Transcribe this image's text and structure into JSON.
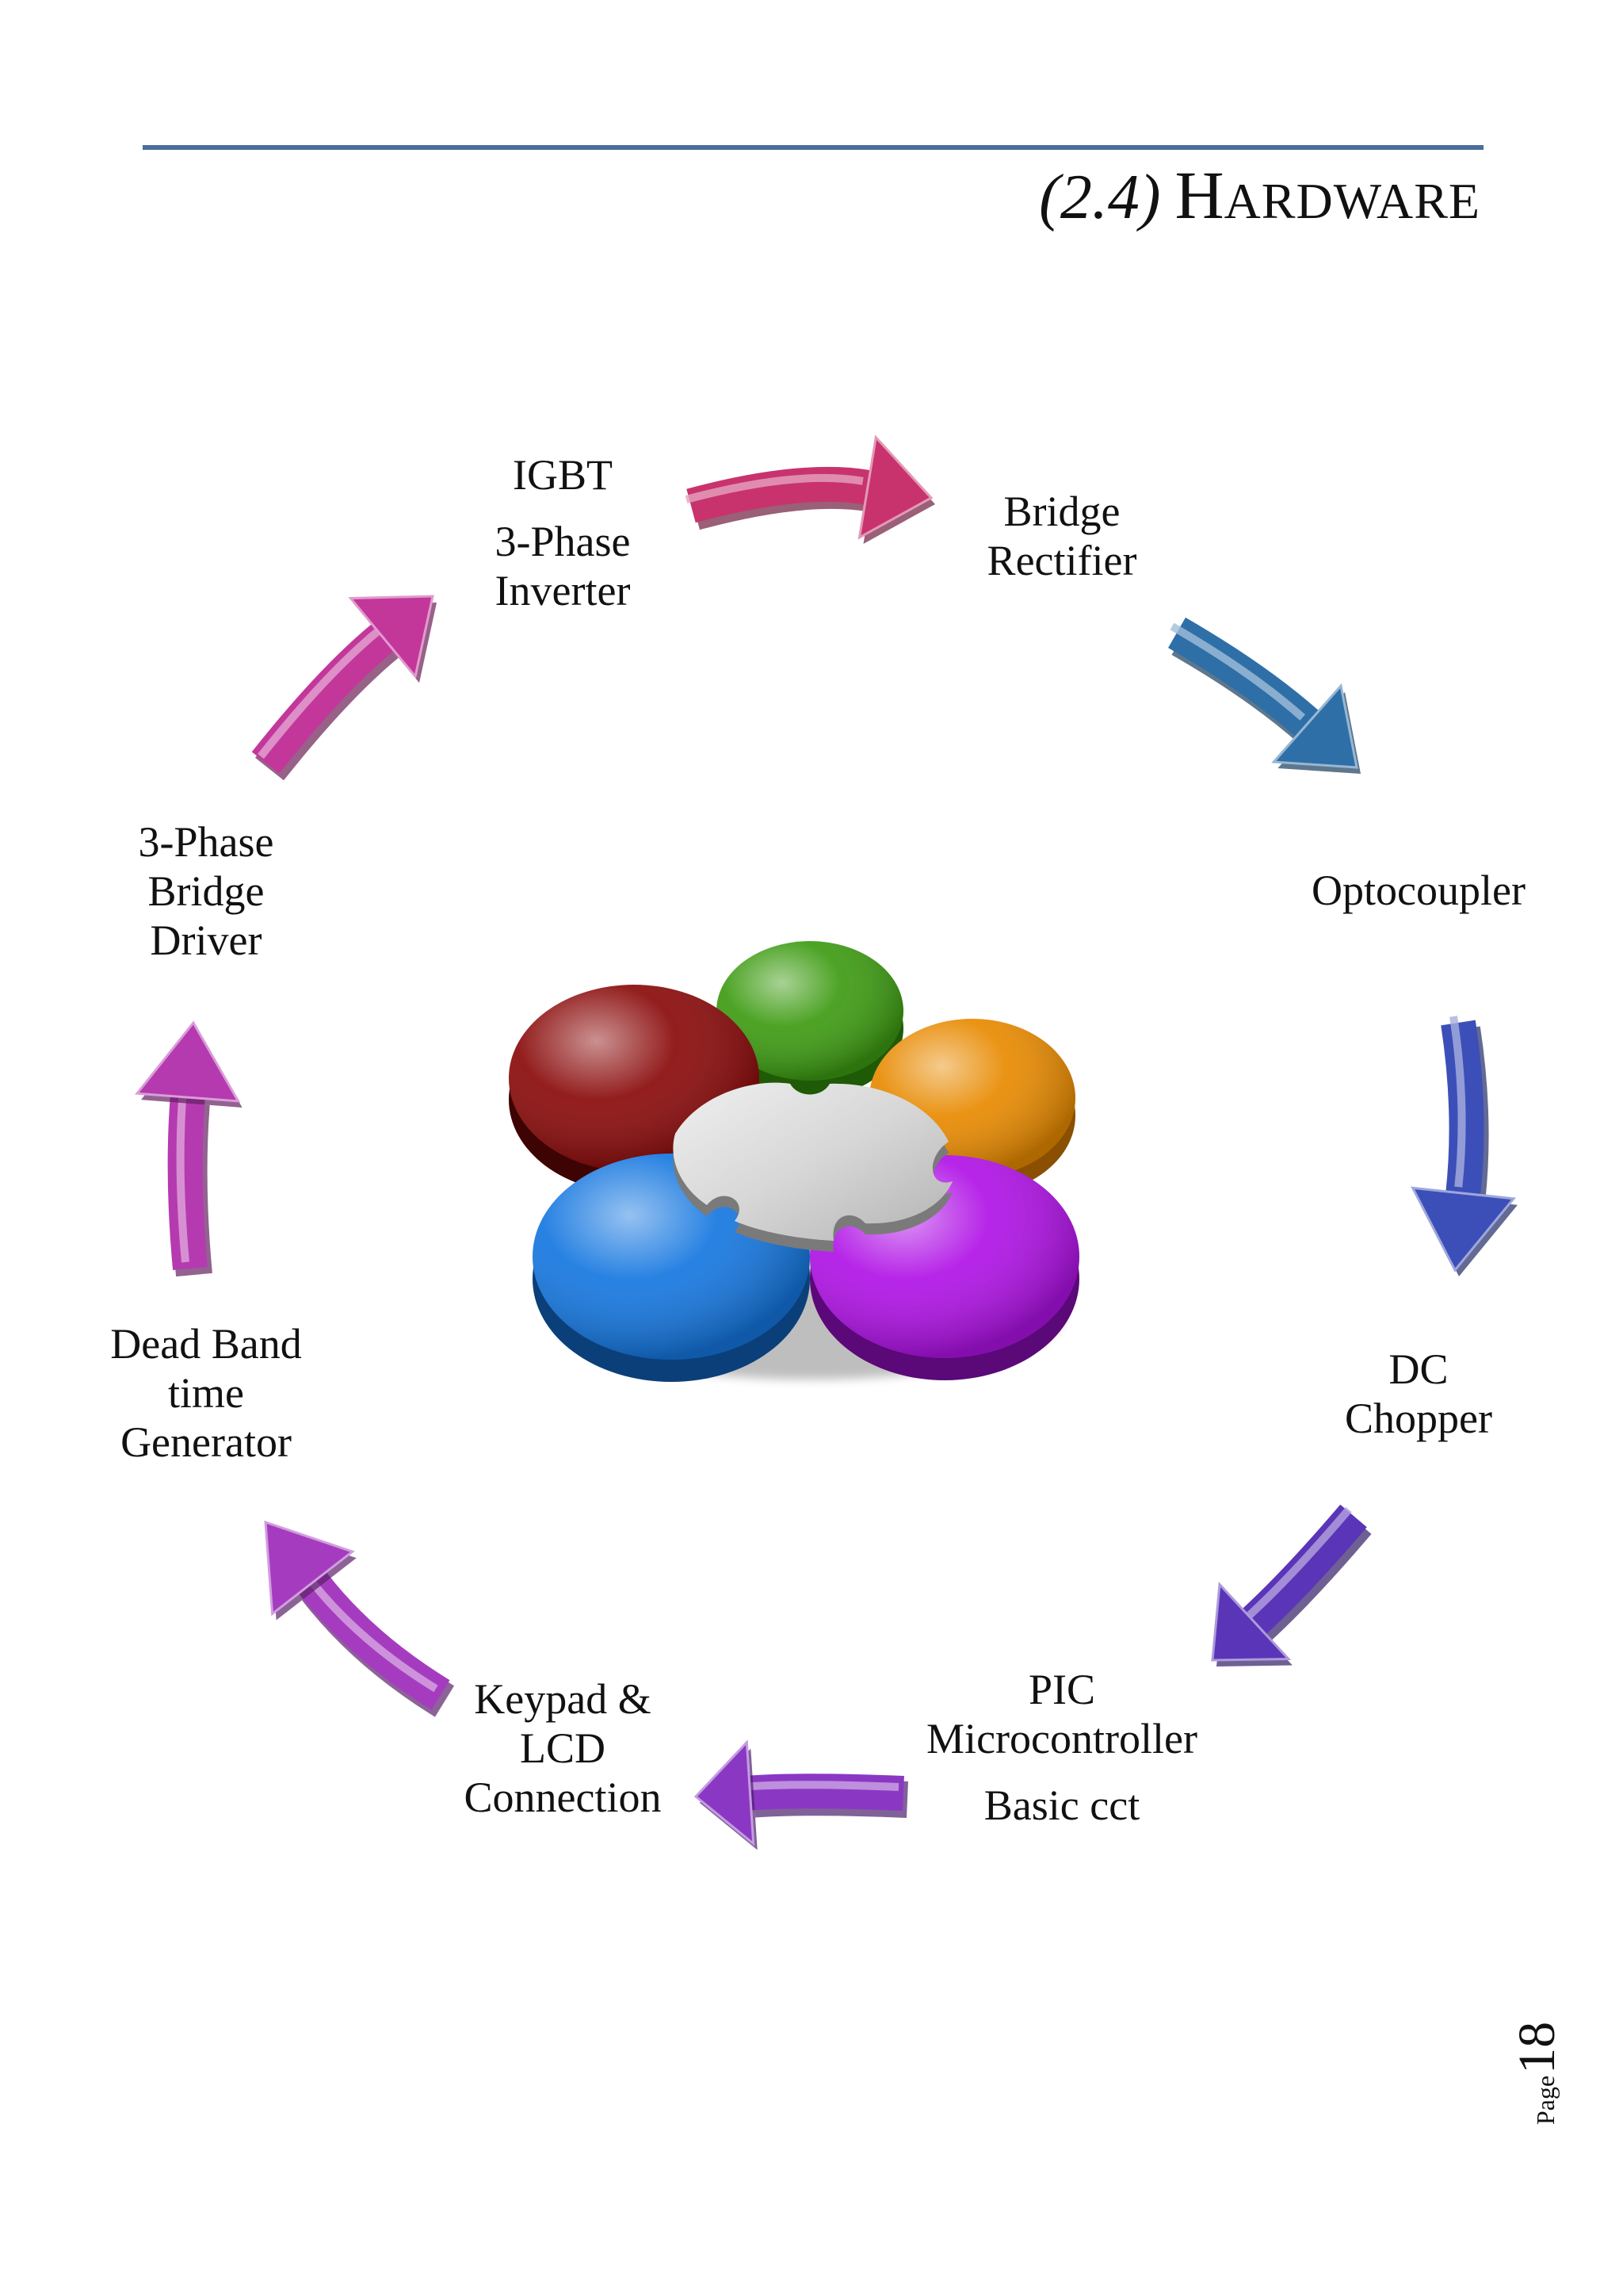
{
  "header": {
    "section_number": "(2.4)",
    "title_initial": "H",
    "title_rest": "ARDWARE"
  },
  "nodes": {
    "igbt": {
      "line1": "IGBT",
      "line2": "3-Phase",
      "line3": "Inverter"
    },
    "bridge_rectifier": {
      "line1": "Bridge",
      "line2": "Rectifier"
    },
    "optocoupler": {
      "line1": "Optocoupler"
    },
    "dc_chopper": {
      "line1": "DC",
      "line2": "Chopper"
    },
    "pic": {
      "line1": "PIC",
      "line2": "Microcontroller",
      "line3": "Basic cct"
    },
    "keypad": {
      "line1": "Keypad &",
      "line2": "LCD",
      "line3": "Connection"
    },
    "dead_band": {
      "line1": "Dead Band",
      "line2": "time",
      "line3": "Generator"
    },
    "bridge_driver": {
      "line1": "3-Phase",
      "line2": "Bridge",
      "line3": "Driver"
    }
  },
  "arrows": [
    {
      "id": "igbt-to-rectifier",
      "color": "#c8336e"
    },
    {
      "id": "rectifier-to-optocoupler",
      "color": "#2f6fa8"
    },
    {
      "id": "optocoupler-to-chopper",
      "color": "#3c4fb8"
    },
    {
      "id": "chopper-to-pic",
      "color": "#5a35b8"
    },
    {
      "id": "pic-to-keypad",
      "color": "#8a38c4"
    },
    {
      "id": "keypad-to-deadband",
      "color": "#a53cbf"
    },
    {
      "id": "deadband-to-driver",
      "color": "#b53ab0"
    },
    {
      "id": "driver-to-igbt",
      "color": "#c3379a"
    }
  ],
  "puzzle": {
    "pieces": [
      {
        "name": "green",
        "color": "#3d9b12"
      },
      {
        "name": "orange",
        "color": "#e88a00"
      },
      {
        "name": "purple",
        "color": "#b012e6"
      },
      {
        "name": "blue",
        "color": "#1577e0"
      },
      {
        "name": "red",
        "color": "#8a0a0a"
      },
      {
        "name": "center",
        "color": "#d8d8d8"
      }
    ]
  },
  "footer": {
    "page_word": "Page",
    "page_number": "18"
  }
}
